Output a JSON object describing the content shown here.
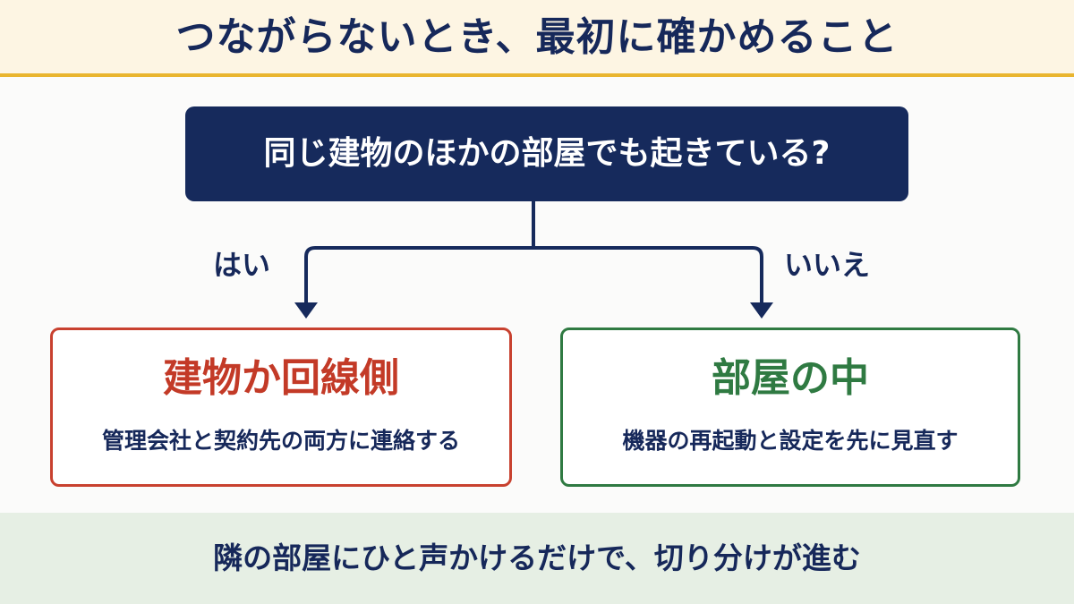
{
  "header": {
    "title": "つながらないとき、最初に確かめること"
  },
  "question": {
    "text": "同じ建物のほかの部屋でも起きている?"
  },
  "branches": {
    "yes_label": "はい",
    "no_label": "いいえ"
  },
  "cards": {
    "building": {
      "title": "建物か回線側",
      "description": "管理会社と契約先の両方に連絡する"
    },
    "room": {
      "title": "部屋の中",
      "description": "機器の再起動と設定を先に見直す"
    }
  },
  "footer": {
    "text": "隣の部屋にひと声かけるだけで、切り分けが進む"
  },
  "colors": {
    "navy": "#162a5c",
    "accent_gold": "#e9b52f",
    "red": "#c33a27",
    "green": "#2f7a42",
    "footer_bg": "#e6efe4",
    "header_bg": "#fdf5e3"
  }
}
